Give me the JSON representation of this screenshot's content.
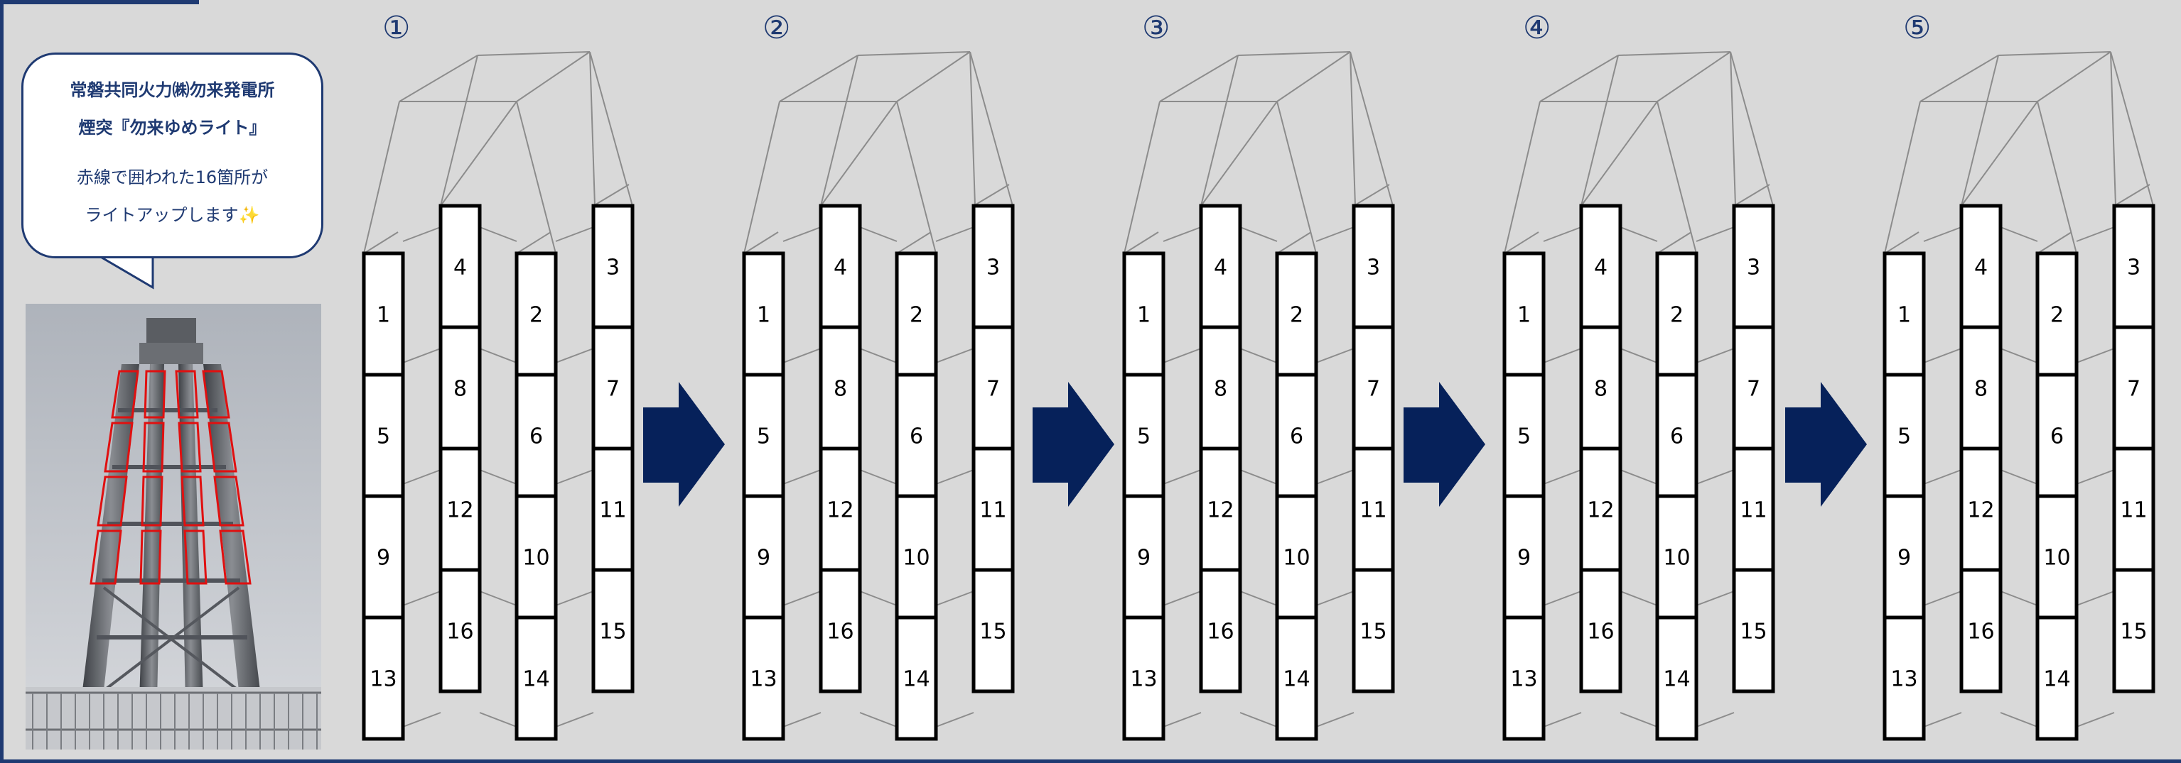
{
  "bubble": {
    "title_line1": "常磐共同火力㈱勿来発電所",
    "title_line2": "煙突『勿来ゆめライト』",
    "text_line1": "赤線で囲われた16箇所が",
    "text_line2": "ライトアップします✨"
  },
  "steps": [
    {
      "number": "①"
    },
    {
      "number": "②"
    },
    {
      "number": "③"
    },
    {
      "number": "④"
    },
    {
      "number": "⑤"
    }
  ],
  "panel_numbers": {
    "col1": [
      "1",
      "5",
      "9",
      "13"
    ],
    "col2": [
      "4",
      "8",
      "12",
      "16"
    ],
    "col3": [
      "2",
      "6",
      "10",
      "14"
    ],
    "col4": [
      "3",
      "7",
      "11",
      "15"
    ]
  },
  "colors": {
    "navy": "#1f3a72",
    "arrow": "#06215a",
    "highlight": "#e01010"
  },
  "icons": {
    "step_arrow": "right-arrow-icon",
    "sparkle": "sparkle-icon"
  }
}
